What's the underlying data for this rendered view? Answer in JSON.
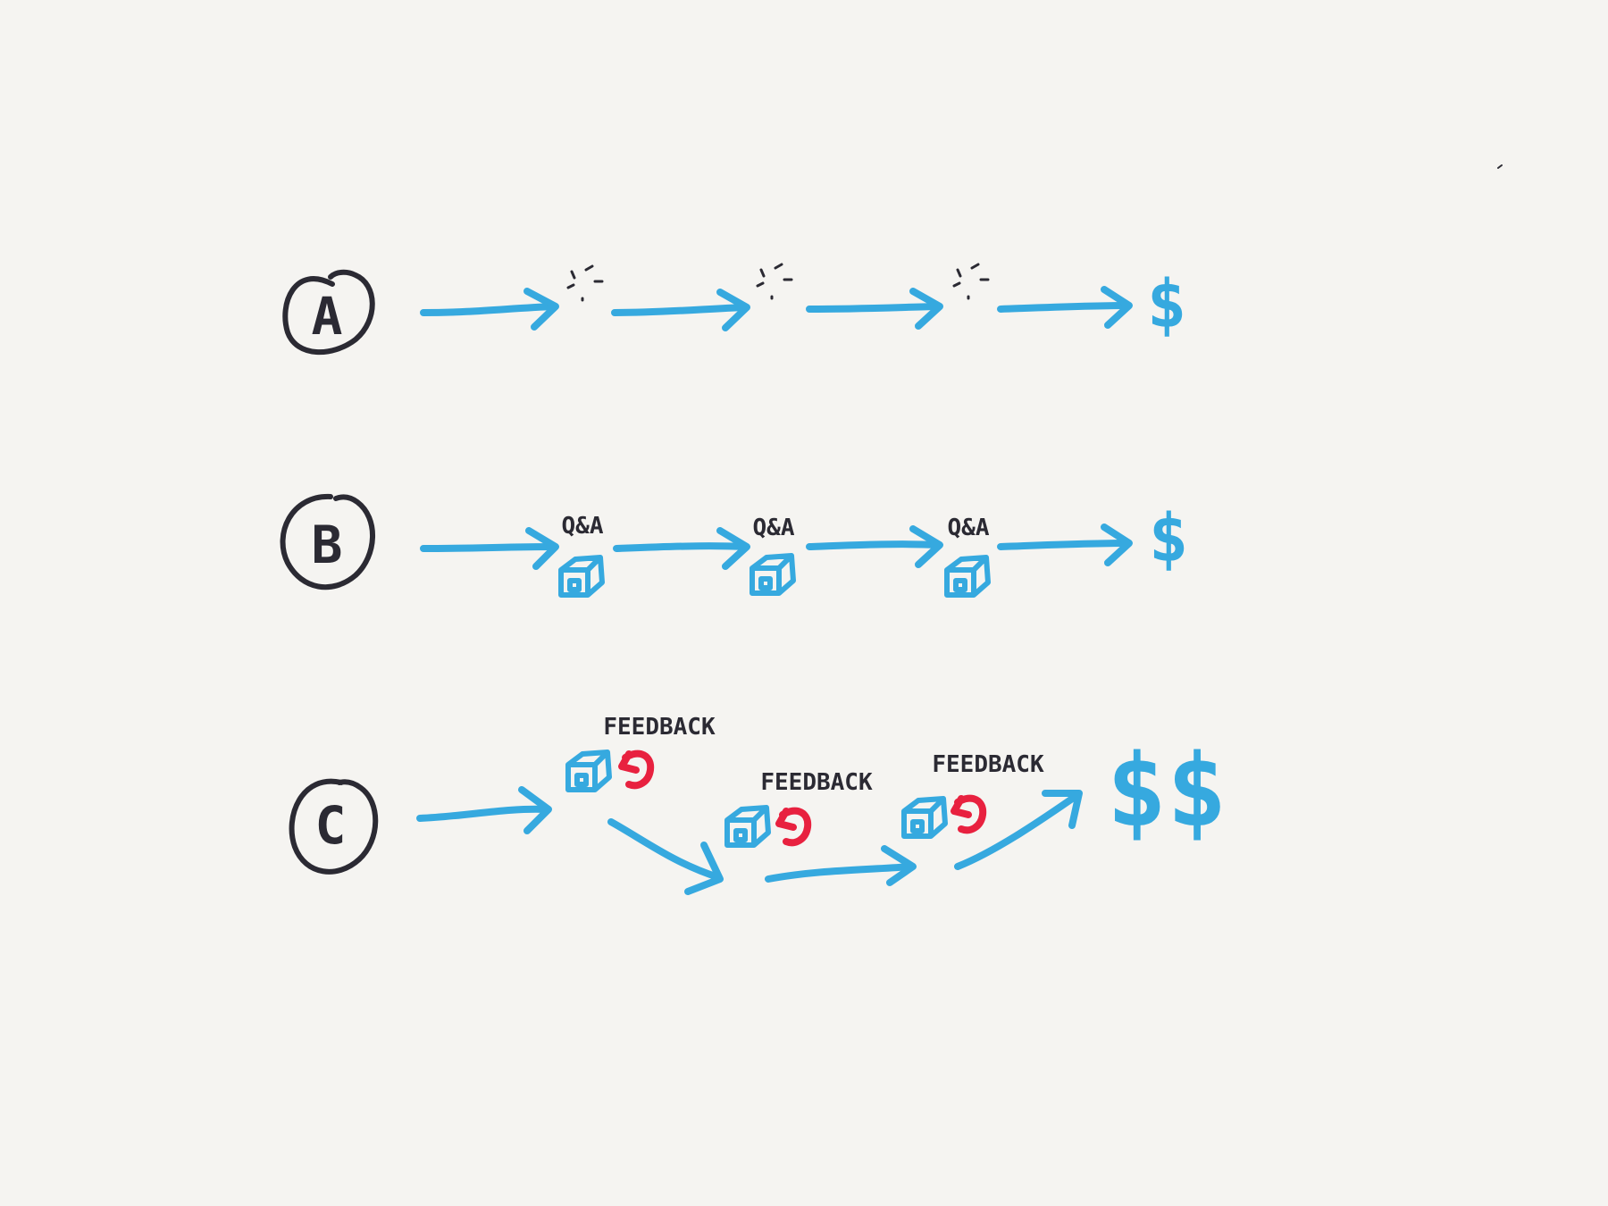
{
  "colors": {
    "background": "#f5f4f1",
    "ink_dark": "#2b2a33",
    "arrow_blue": "#36a9df",
    "feedback_red": "#e8213f"
  },
  "rows": [
    {
      "label": "A",
      "steps": [
        {
          "marker": "spark",
          "caption": ""
        },
        {
          "marker": "spark",
          "caption": ""
        },
        {
          "marker": "spark",
          "caption": ""
        }
      ],
      "end": "$"
    },
    {
      "label": "B",
      "steps": [
        {
          "marker": "box",
          "caption": "Q&A"
        },
        {
          "marker": "box",
          "caption": "Q&A"
        },
        {
          "marker": "box",
          "caption": "Q&A"
        }
      ],
      "end": "$"
    },
    {
      "label": "C",
      "steps": [
        {
          "marker": "box-loop",
          "caption": "FEEDBACK"
        },
        {
          "marker": "box-loop",
          "caption": "FEEDBACK"
        },
        {
          "marker": "box-loop",
          "caption": "FEEDBACK"
        }
      ],
      "end": "$$"
    }
  ]
}
